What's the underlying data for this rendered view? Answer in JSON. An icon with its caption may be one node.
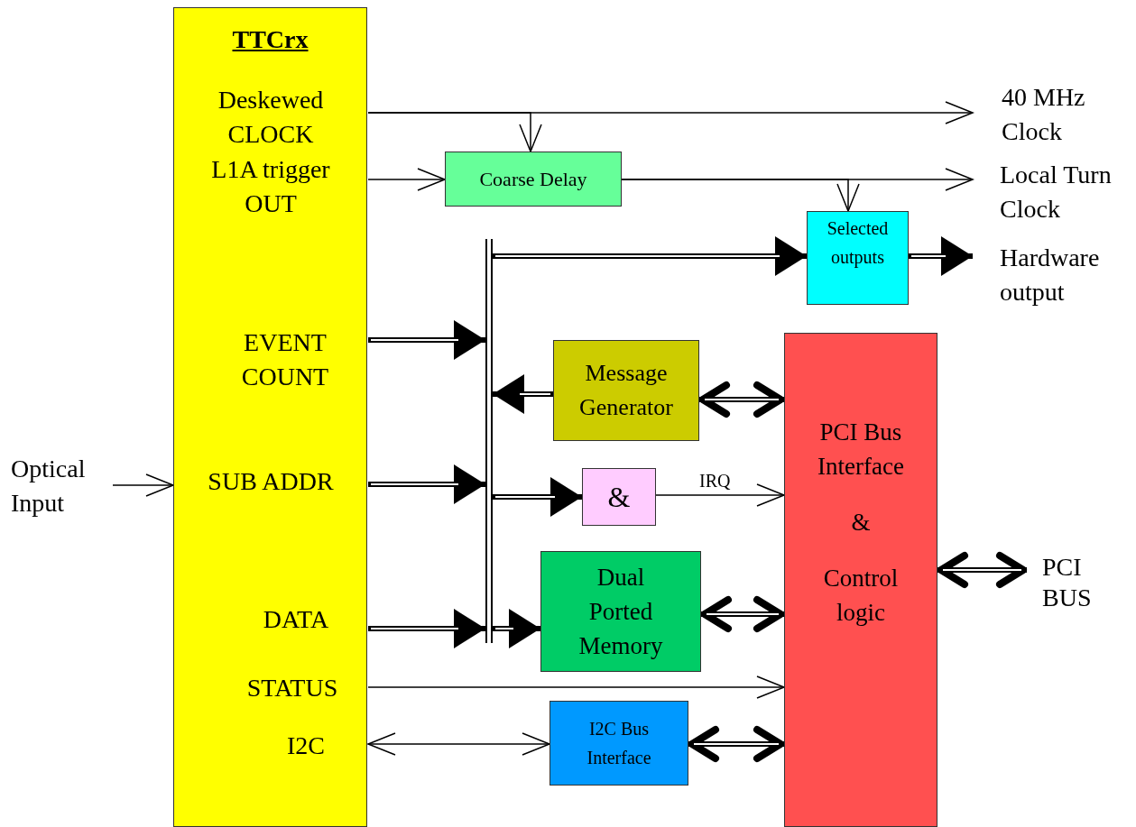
{
  "diagram": {
    "nodes": [
      {
        "text": [
          "TTCrx"
        ]
      },
      {
        "text": [
          "Deskewed CLOCK"
        ],
        "in": 0
      },
      {
        "text": [
          "L1A trigger OUT"
        ],
        "in": 0
      },
      {
        "text": [
          "EVENT COUNT"
        ],
        "in": 0
      },
      {
        "text": [
          "SUB ADDR"
        ],
        "in": 0
      },
      {
        "text": [
          "DATA"
        ],
        "in": 0
      },
      {
        "text": [
          "STATUS"
        ],
        "in": 0
      },
      {
        "text": [
          "I2C"
        ],
        "in": 0
      },
      {
        "text": [
          "Coarse Delay"
        ]
      },
      {
        "text": [
          "Selected outputs"
        ]
      },
      {
        "text": [
          "Message Generator"
        ]
      },
      {
        "text": [
          "&"
        ]
      },
      {
        "text": [
          "Dual Ported Memory"
        ]
      },
      {
        "text": [
          "I2C Bus Interface"
        ]
      },
      {
        "text": [
          "PCI Bus Interface",
          "&",
          "Control logic"
        ]
      },
      {
        "text": [],
        "shape": "bar"
      },
      {
        "text": [
          "40 MHz Clock"
        ]
      },
      {
        "text": [
          "Local Turn Clock"
        ]
      },
      {
        "text": [
          "Hardware output"
        ]
      },
      {
        "text": [
          "PCI BUS"
        ]
      },
      {
        "text": [
          "Optical Input"
        ]
      }
    ],
    "edges": [
      {
        "from": 1,
        "to": 16,
        "arrow": "to"
      },
      {
        "from": 1,
        "to": 8,
        "arrow": "to"
      },
      {
        "from": 2,
        "to": 8,
        "arrow": "to"
      },
      {
        "from": 8,
        "to": 17,
        "arrow": "to"
      },
      {
        "from": 8,
        "to": 9,
        "arrow": "to"
      },
      {
        "from": 15,
        "to": 9,
        "arrow": "to"
      },
      {
        "from": 9,
        "to": 18,
        "arrow": "to"
      },
      {
        "from": 3,
        "to": 15,
        "arrow": "to"
      },
      {
        "from": 10,
        "to": 15,
        "arrow": "to"
      },
      {
        "from": 10,
        "to": 14,
        "arrow": "both"
      },
      {
        "from": 4,
        "to": 15,
        "arrow": "to"
      },
      {
        "from": 15,
        "to": 11,
        "arrow": "to"
      },
      {
        "from": 11,
        "to": 14,
        "arrow": "to",
        "label": "IRQ"
      },
      {
        "from": 5,
        "to": 15,
        "arrow": "to"
      },
      {
        "from": 15,
        "to": 12,
        "arrow": "to"
      },
      {
        "from": 12,
        "to": 14,
        "arrow": "both"
      },
      {
        "from": 6,
        "to": 14,
        "arrow": "to"
      },
      {
        "from": 7,
        "to": 13,
        "arrow": "both"
      },
      {
        "from": 13,
        "to": 14,
        "arrow": "both"
      },
      {
        "from": 14,
        "to": 19,
        "arrow": "both"
      },
      {
        "from": 20,
        "to": 0,
        "arrow": "to"
      }
    ]
  }
}
